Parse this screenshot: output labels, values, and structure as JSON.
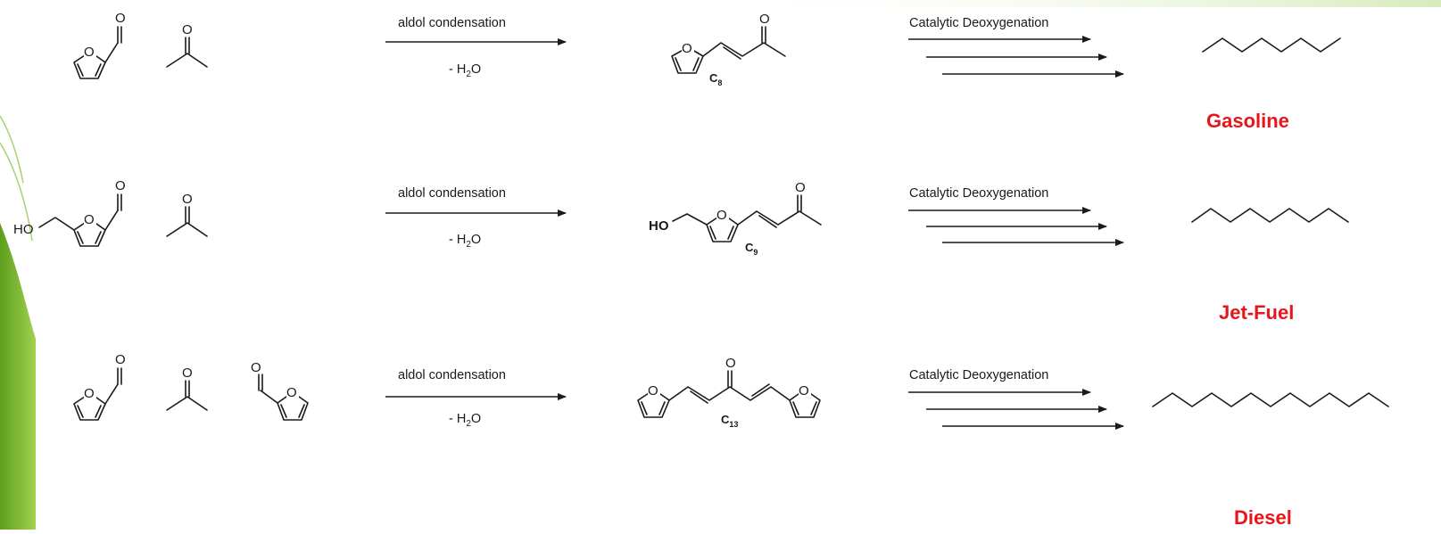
{
  "colors": {
    "background": "#ffffff",
    "accent_green": "#8cc63f",
    "accent_green_dark": "#5f9e1e",
    "product_red": "#e8161b",
    "ink": "#1a1a1a"
  },
  "atoms": {
    "oxygen": "O",
    "hydroxyl": "HO"
  },
  "steps": {
    "aldol_label": "aldol condensation",
    "water_minus": "- H",
    "water_sub": "2",
    "water_o": "O",
    "deox_label": "Catalytic Deoxygenation"
  },
  "rows": [
    {
      "carbon_letter": "C",
      "carbon_sub": "8",
      "product_name": "Gasoline"
    },
    {
      "carbon_letter": "C",
      "carbon_sub": "9",
      "product_name": "Jet-Fuel"
    },
    {
      "carbon_letter": "C",
      "carbon_sub": "13",
      "product_name": "Diesel"
    }
  ]
}
